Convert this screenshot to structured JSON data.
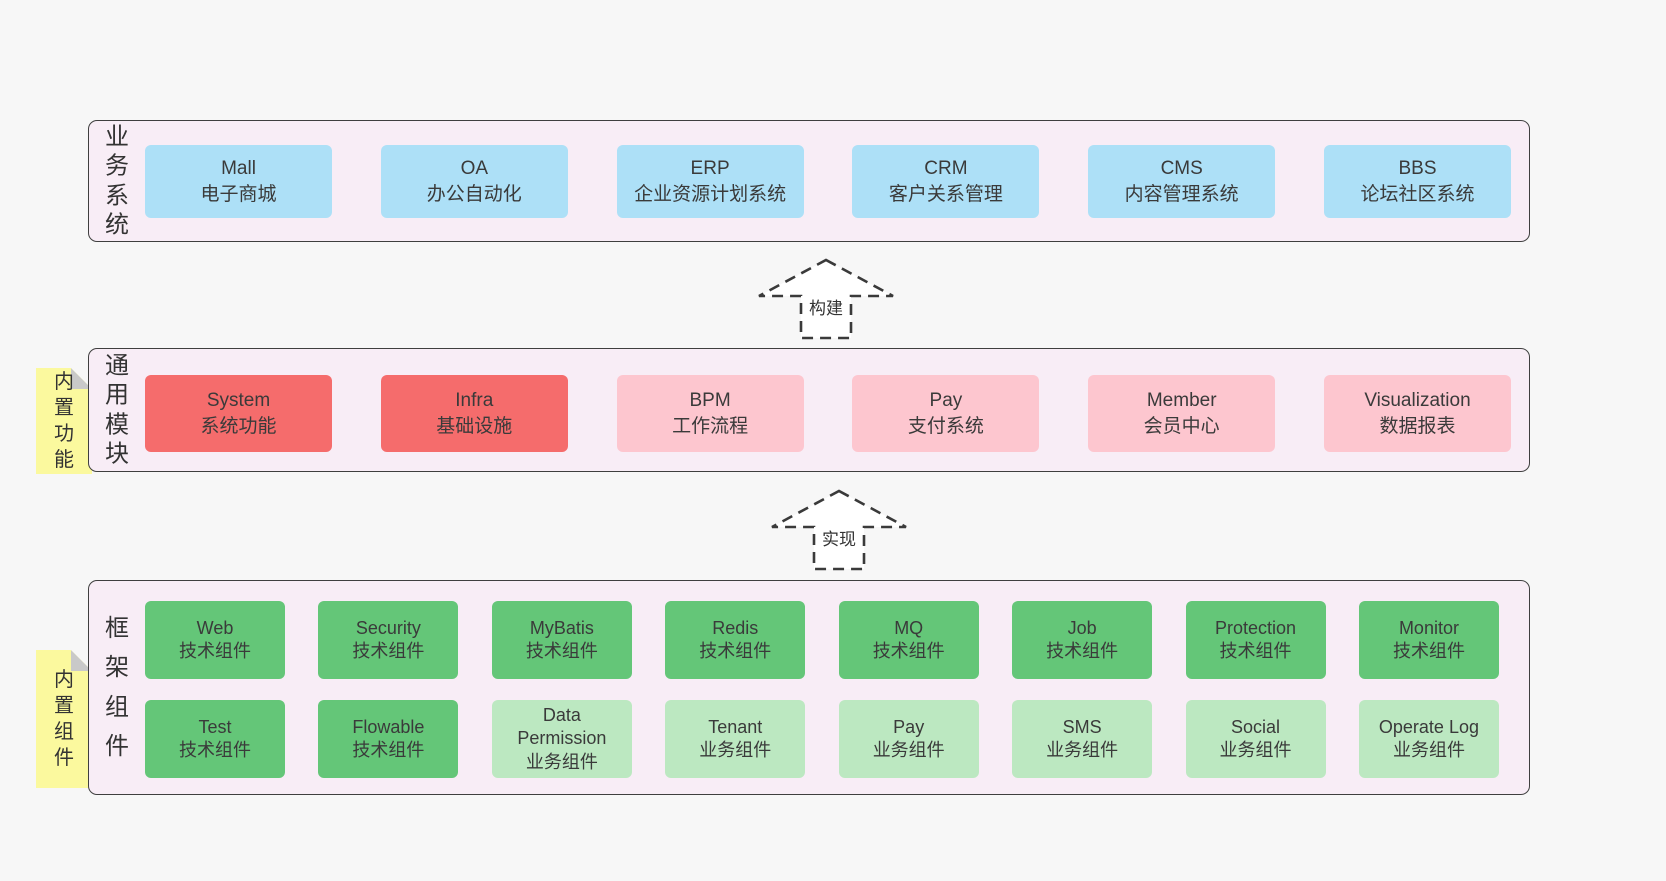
{
  "diagram": {
    "colors": {
      "page_background": "#f7f7f7",
      "panel_background": "#f8edf6",
      "panel_border": "#3f3f3f",
      "blue": "#ade0f7",
      "red": "#f56c6c",
      "pink": "#fdc6cf",
      "green": "#64c678",
      "lightgreen": "#bce8c1",
      "note_yellow": "#fbf99e",
      "text": "#3a3a3a"
    },
    "arrows": [
      {
        "label": "构建"
      },
      {
        "label": "实现"
      }
    ],
    "layers": {
      "business": {
        "label": "业务系统",
        "boxes": [
          {
            "en": "Mall",
            "cn": "电子商城",
            "variant": "blue"
          },
          {
            "en": "OA",
            "cn": "办公自动化",
            "variant": "blue"
          },
          {
            "en": "ERP",
            "cn": "企业资源计划系统",
            "variant": "blue"
          },
          {
            "en": "CRM",
            "cn": "客户关系管理",
            "variant": "blue"
          },
          {
            "en": "CMS",
            "cn": "内容管理系统",
            "variant": "blue"
          },
          {
            "en": "BBS",
            "cn": "论坛社区系统",
            "variant": "blue"
          }
        ]
      },
      "modules": {
        "label": "通用模块",
        "note": "内置功能",
        "boxes": [
          {
            "en": "System",
            "cn": "系统功能",
            "variant": "red"
          },
          {
            "en": "Infra",
            "cn": "基础设施",
            "variant": "red"
          },
          {
            "en": "BPM",
            "cn": "工作流程",
            "variant": "pink"
          },
          {
            "en": "Pay",
            "cn": "支付系统",
            "variant": "pink"
          },
          {
            "en": "Member",
            "cn": "会员中心",
            "variant": "pink"
          },
          {
            "en": "Visualization",
            "cn": "数据报表",
            "variant": "pink"
          }
        ]
      },
      "framework": {
        "label": "框架组件",
        "note": "内置组件",
        "row1": [
          {
            "en": "Web",
            "cn": "技术组件",
            "variant": "green"
          },
          {
            "en": "Security",
            "cn": "技术组件",
            "variant": "green"
          },
          {
            "en": "MyBatis",
            "cn": "技术组件",
            "variant": "green"
          },
          {
            "en": "Redis",
            "cn": "技术组件",
            "variant": "green"
          },
          {
            "en": "MQ",
            "cn": "技术组件",
            "variant": "green"
          },
          {
            "en": "Job",
            "cn": "技术组件",
            "variant": "green"
          },
          {
            "en": "Protection",
            "cn": "技术组件",
            "variant": "green"
          },
          {
            "en": "Monitor",
            "cn": "技术组件",
            "variant": "green"
          }
        ],
        "row2": [
          {
            "en": "Test",
            "cn": "技术组件",
            "variant": "green"
          },
          {
            "en": "Flowable",
            "cn": "技术组件",
            "variant": "green"
          },
          {
            "en": "Data Permission",
            "cn": "业务组件",
            "variant": "lightgreen"
          },
          {
            "en": "Tenant",
            "cn": "业务组件",
            "variant": "lightgreen"
          },
          {
            "en": "Pay",
            "cn": "业务组件",
            "variant": "lightgreen"
          },
          {
            "en": "SMS",
            "cn": "业务组件",
            "variant": "lightgreen"
          },
          {
            "en": "Social",
            "cn": "业务组件",
            "variant": "lightgreen"
          },
          {
            "en": "Operate Log",
            "cn": "业务组件",
            "variant": "lightgreen"
          }
        ]
      }
    }
  }
}
